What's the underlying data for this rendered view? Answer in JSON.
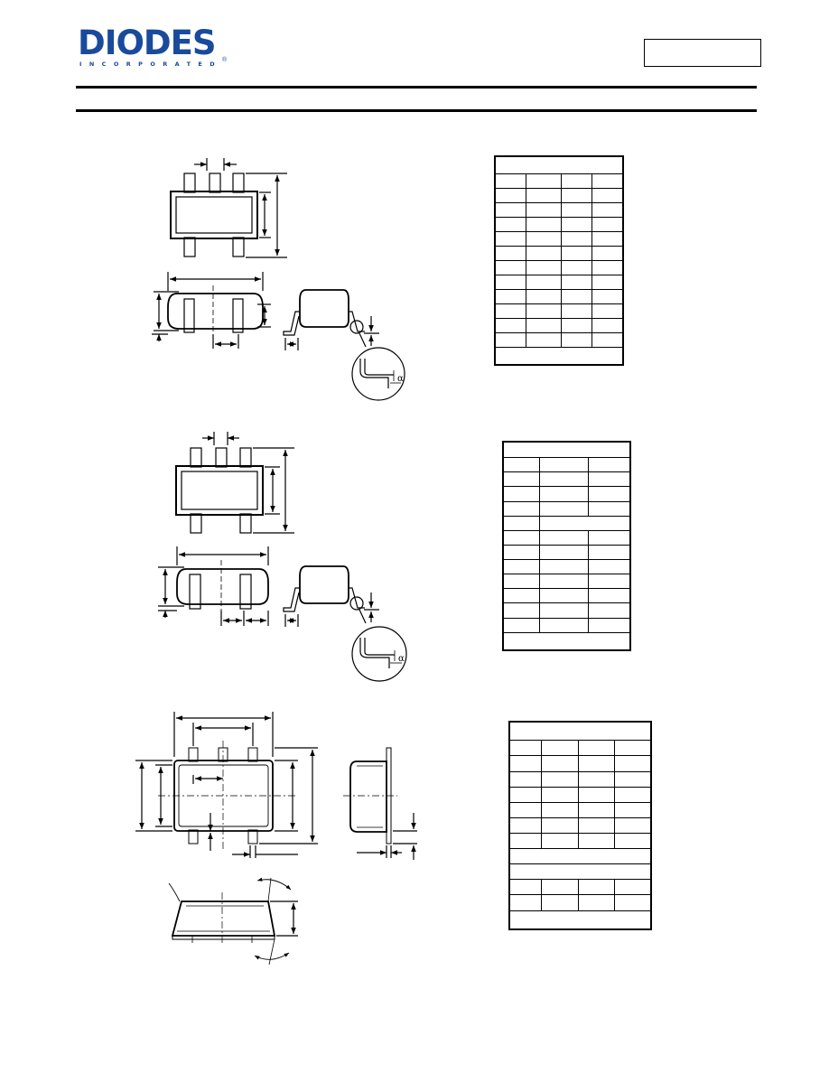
{
  "header": {
    "logo_text": "DIODES",
    "logo_subtext": "INCORPORATED",
    "logo_registered": "®",
    "brand_color": "#1a4a9c",
    "part_number": ""
  },
  "package_drawings": [
    {
      "name": "package-outline-1"
    },
    {
      "name": "package-outline-2"
    },
    {
      "name": "package-outline-3"
    }
  ]
}
